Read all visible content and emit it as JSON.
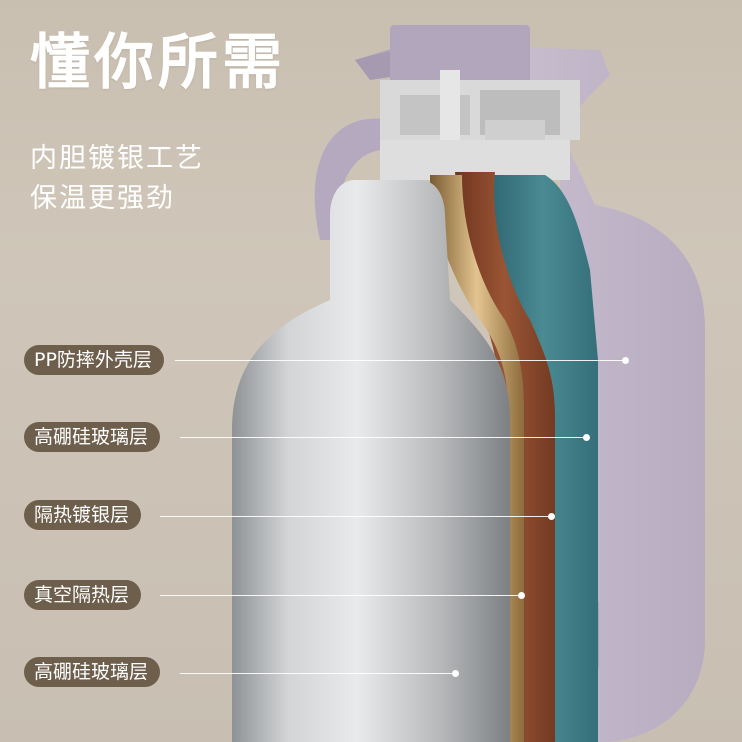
{
  "headline": "懂你所需",
  "subtitle_lines": [
    "内胆镀银工艺",
    "保温更强劲"
  ],
  "layer_labels": [
    "PP防摔外壳层",
    "高硼硅玻璃层",
    "隔热镀银层",
    "真空隔热层",
    "高硼硅玻璃层"
  ],
  "colors": {
    "background": "#cbc2b5",
    "shell": "#c7bccd",
    "teal_layer": "#3f7d86",
    "copper_layer": "#8a4a2e",
    "gold_layer": "#b8945a",
    "steel_liner": "#b9bbbd",
    "label_bg": "#6e5e4c"
  }
}
